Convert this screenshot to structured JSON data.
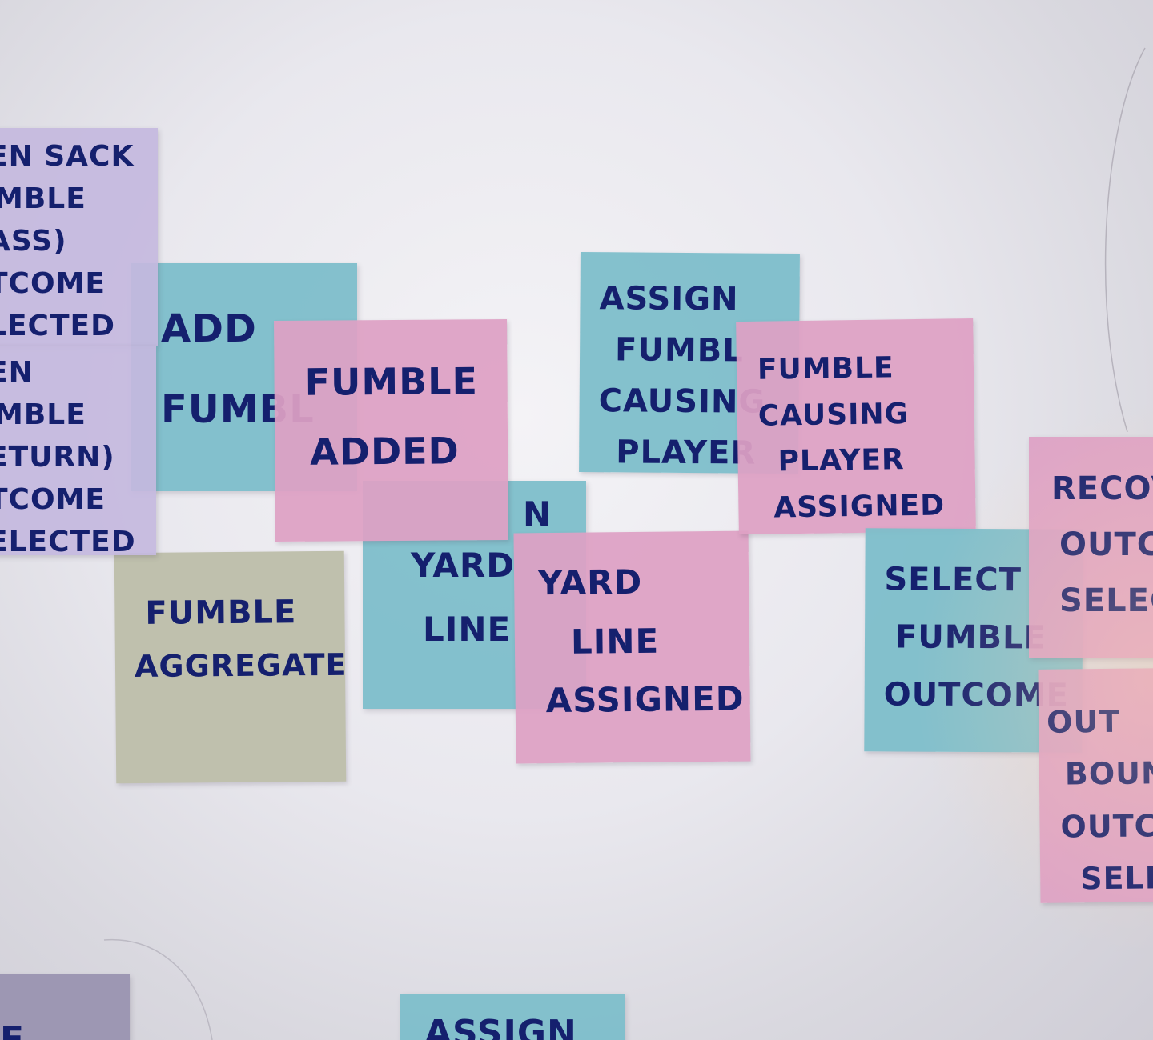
{
  "notes": {
    "when_sack": {
      "lines": [
        "EN SACK",
        "MBLE",
        "ASS)",
        "TCOME",
        "LECTED"
      ]
    },
    "when_fumble_return": {
      "lines": [
        "EN",
        "MBLE",
        "ETURN)",
        "TCOME",
        "ELECTED"
      ]
    },
    "add_fumble": {
      "lines": [
        "ADD",
        "FUMBL"
      ]
    },
    "fumble_added": {
      "lines": [
        "FUMBLE",
        "ADDED"
      ]
    },
    "assign_fumble_causing": {
      "lines": [
        "ASSIGN",
        "FUMBL",
        "CAUSING",
        "PLAYER"
      ]
    },
    "fumble_causing_assigned": {
      "lines": [
        "FUMBLE",
        "CAUSING",
        "PLAYER",
        "ASSIGNED"
      ]
    },
    "assign_yard_line": {
      "lines": [
        "N",
        "YARD",
        "LINE"
      ]
    },
    "yard_line_assigned": {
      "lines": [
        "YARD",
        "LINE",
        "ASSIGNED"
      ]
    },
    "fumble_aggregate": {
      "lines": [
        "FUMBLE",
        "AGGREGATE"
      ]
    },
    "select_fumble_outcome": {
      "lines": [
        "SELECT",
        "FUMBLE",
        "OUTCOME"
      ]
    },
    "recovery_outcome": {
      "lines": [
        "RECOV",
        "OUTC",
        "SELEC"
      ]
    },
    "out_of_bounds": {
      "lines": [
        "OUT",
        "BOUN",
        "OUTCO",
        "SELE"
      ]
    },
    "bottom_left": {
      "lines": [
        "E"
      ]
    },
    "bottom_assign": {
      "lines": [
        "ASSIGN"
      ]
    }
  },
  "colors": {
    "event": "#de9fc4",
    "command": "#7dbeca",
    "policy": "#c4b8de",
    "aggregate": "#bfc0ad",
    "ink": "#15206e"
  }
}
